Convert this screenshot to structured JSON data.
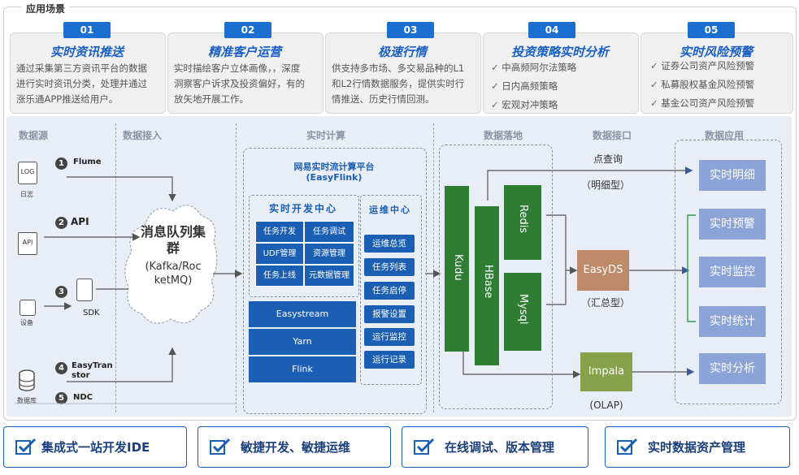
{
  "section_title": "应用场景",
  "scenarios": [
    {
      "num": "01",
      "title": "实时资讯推送",
      "desc": [
        "通过采集第三方资讯平台的数据",
        "进行实时资讯分类，处理并通过",
        "涨乐通APP推送给用户。"
      ]
    },
    {
      "num": "02",
      "title": "精准客户运营",
      "desc": [
        "实时描绘客户立体画像，，深度",
        "洞察客户诉求及投资偏好，有的",
        "放矢地开展工作。"
      ]
    },
    {
      "num": "03",
      "title": "极速行情",
      "desc": [
        "供支持多市场、多交易品种的L1",
        "和L2行情数据服务，提供实时行",
        "情推送、历史行情回测。"
      ]
    },
    {
      "num": "04",
      "title": "投资策略实时分析",
      "bullets": [
        "中高频阿尔法策略",
        "日内高频策略",
        "宏观对冲策略"
      ]
    },
    {
      "num": "05",
      "title": "实时风险预警",
      "bullets": [
        "证券公司资产风险预警",
        "私募股权基金风险预警",
        "基金公司资产风险预警"
      ]
    }
  ],
  "flow": {
    "sections": [
      "数据源",
      "数据接入",
      "实时计算",
      "数据落地",
      "数据接口",
      "数据应用"
    ],
    "sources": [
      {
        "num": "1",
        "name": "Flume",
        "icon": "log-file-icon",
        "icon_text": "LOG",
        "caption": "日志"
      },
      {
        "num": "2",
        "name": "API",
        "icon": "api-window-icon",
        "icon_text": "API",
        "caption": ""
      },
      {
        "num": "3",
        "name": "SDK",
        "icon": "mobile-device-icon",
        "icon_text": "",
        "caption": "设备"
      },
      {
        "num": "4",
        "name": "EasyTranstor",
        "icon": "database-icon",
        "icon_text": "",
        "caption": "数据库"
      },
      {
        "num": "5",
        "name": "NDC",
        "icon": "",
        "icon_text": "",
        "caption": ""
      }
    ],
    "mq_title": "消息队列集群",
    "mq_sub": "(Kafka/RocketMQ)",
    "platform_title": "网易实时流计算平台",
    "platform_sub": "(EasyFlink)",
    "dev_center": {
      "title": "实时开发中心",
      "cells": [
        "任务开发",
        "任务调试",
        "UDF管理",
        "资源管理",
        "任务上线",
        "元数据管理"
      ]
    },
    "ops_center": {
      "title": "运维中心",
      "items": [
        "运维总览",
        "任务列表",
        "任务启停",
        "报警设置",
        "运行监控",
        "运行记录"
      ]
    },
    "engines": [
      "Easystream",
      "Yarn",
      "Flink"
    ],
    "storage": [
      "Kudu",
      "HBase",
      "Redis",
      "Mysql"
    ],
    "interfaces": [
      {
        "name": "",
        "label": "点查询",
        "sub": "（明细型）"
      },
      {
        "name": "EasyDS",
        "label": "",
        "sub": "（汇总型）"
      },
      {
        "name": "Impala",
        "label": "",
        "sub": "(OLAP)"
      }
    ],
    "apps": [
      "实时明细",
      "实时预警",
      "实时监控",
      "实时统计",
      "实时分析"
    ]
  },
  "features": [
    "集成式一站开发IDE",
    "敏捷开发、敏捷运维",
    "在线调试、版本管理",
    "实时数据资产管理"
  ],
  "colors": {
    "brand": "#1a5fb4",
    "green": "#2f7d32",
    "app": "#8aa4d8",
    "bg": "#e8edf6"
  }
}
